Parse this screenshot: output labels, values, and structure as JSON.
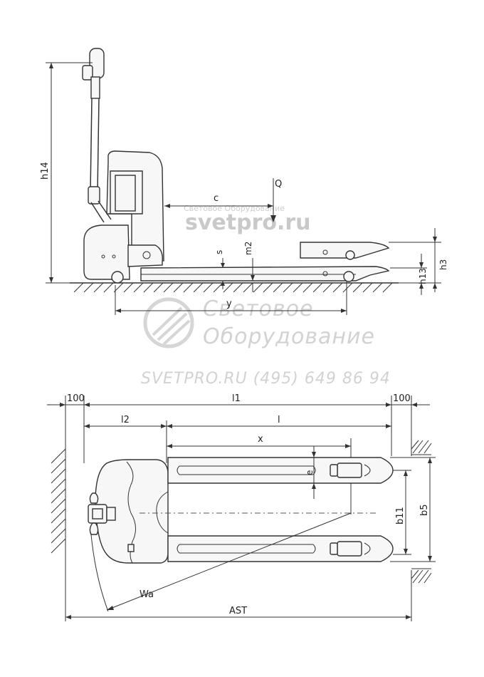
{
  "labels": {
    "h14": "h14",
    "c": "c",
    "Q": "Q",
    "s": "s",
    "m2": "m2",
    "y": "y",
    "h13": "h13",
    "h3": "h3",
    "dim100_left": "100",
    "l1": "l1",
    "dim100_right": "100",
    "l2": "l2",
    "l": "l",
    "x": "x",
    "e": "e",
    "b11": "b11",
    "b5": "b5",
    "Wa": "Wa",
    "AST": "AST"
  },
  "watermark": {
    "small_text": "Световое Оборудование",
    "site": "svetpro.ru",
    "company_line1": "Световое",
    "company_line2": "Оборудование",
    "contact": "SVETPRO.RU   (495) 649 86 94"
  }
}
